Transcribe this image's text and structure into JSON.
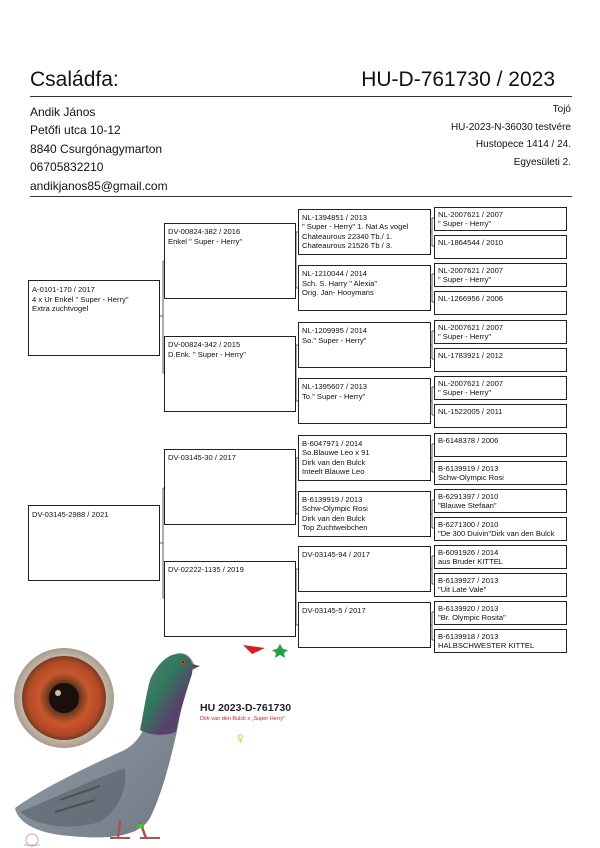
{
  "header": {
    "title": "Családfa:",
    "ring": "HU-D-761730 / 2023"
  },
  "owner": [
    "Andik János",
    "Petőfi utca 10-12",
    "8840 Csurgónagymarton",
    "06705832210",
    "andikjanos85@gmail.com"
  ],
  "info": [
    "Tojó",
    "HU-2023-N-36030 testvére",
    "Hustopece 1414 / 24.",
    "Egyesületi 2."
  ],
  "pedigree": {
    "sire": [
      "A-0101-170 / 2017",
      "4 x Ur Enkel \" Super - Herry\"",
      "Extra zuchtvogel"
    ],
    "dam": [
      "DV-03145-2988 / 2021"
    ],
    "g2": [
      [
        "DV-00824-382 / 2016",
        "Enkel \" Super - Herry\""
      ],
      [
        "DV-00824-342 / 2015",
        "D.Enk. \" Super - Herry\""
      ],
      [
        "DV-03145-30 / 2017"
      ],
      [
        "DV-02222-1135 / 2019"
      ]
    ],
    "g3": [
      [
        "NL-1394851 / 2013",
        "\" Super - Herry\" 1. Nat As vogel",
        "Chateaurous 22340 Tb./ 1.",
        "Chateaurous 21526 Tb / 3."
      ],
      [
        "NL-1210044 / 2014",
        "Sch. S. Harry \" Alexia\"",
        "Orig. Jan- Hooymans"
      ],
      [
        "NL-1209995 / 2014",
        "So.\" Super - Herry\""
      ],
      [
        "NL-1395607 / 2013",
        "To.\" Super - Herry\""
      ],
      [
        "B-6047971 / 2014",
        "So.Blauwe Leo x 91",
        "Dirk van den Bulck",
        "Inteelt Blauwe Leo"
      ],
      [
        "B-6139919 / 2013",
        "Schw-Olympic Rosi",
        "Dirk van den Bulck",
        "Top Zuchtweibchen"
      ],
      [
        "DV-03145-94 / 2017"
      ],
      [
        "DV-03145-5 / 2017"
      ]
    ],
    "g4": [
      [
        "NL-2007621 / 2007",
        "\" Super - Herry\""
      ],
      [
        "NL-1864544 / 2010"
      ],
      [
        "NL-2007621 / 2007",
        "\" Super - Herry\""
      ],
      [
        "NL-1266956 / 2006"
      ],
      [
        "NL-2007621 / 2007",
        "\" Super - Herry\""
      ],
      [
        "NL-1783921 / 2012"
      ],
      [
        "NL-2007621 / 2007",
        "\" Super - Herry\""
      ],
      [
        "NL-1522005 / 2011"
      ],
      [
        "B-6148378 / 2006"
      ],
      [
        "B-6139919 / 2013",
        "Schw-Olympic Rosi"
      ],
      [
        "B-6291397 / 2010",
        "\"Blauwe Stefaan\""
      ],
      [
        "B-6271300 / 2010",
        "\"De 300 Duivin\"Dirk van den Bulck"
      ],
      [
        "B-6091926 / 2014",
        "aus Bruder KITTEL"
      ],
      [
        "B-6139927 / 2013",
        "\"Uit Late Vale\""
      ],
      [
        "B-6139920 / 2013",
        "\"Br. Olympic Rosita\""
      ],
      [
        "B-6139918 / 2013",
        "HALBSCHWESTER KITTEL"
      ]
    ]
  },
  "photo_card": {
    "ring": "HU 2023-D-761730",
    "subtitle": "Dirk van den Bulck x „Super Herry”",
    "symbol": "♀"
  },
  "colors": {
    "eye_iris": "#c8562c",
    "pigeon_neck": "#2f7b5c",
    "pigeon_body": "#8e97a2",
    "logo_red": "#d42020",
    "logo_green": "#2ca040",
    "female_symbol": "#e0b800"
  }
}
